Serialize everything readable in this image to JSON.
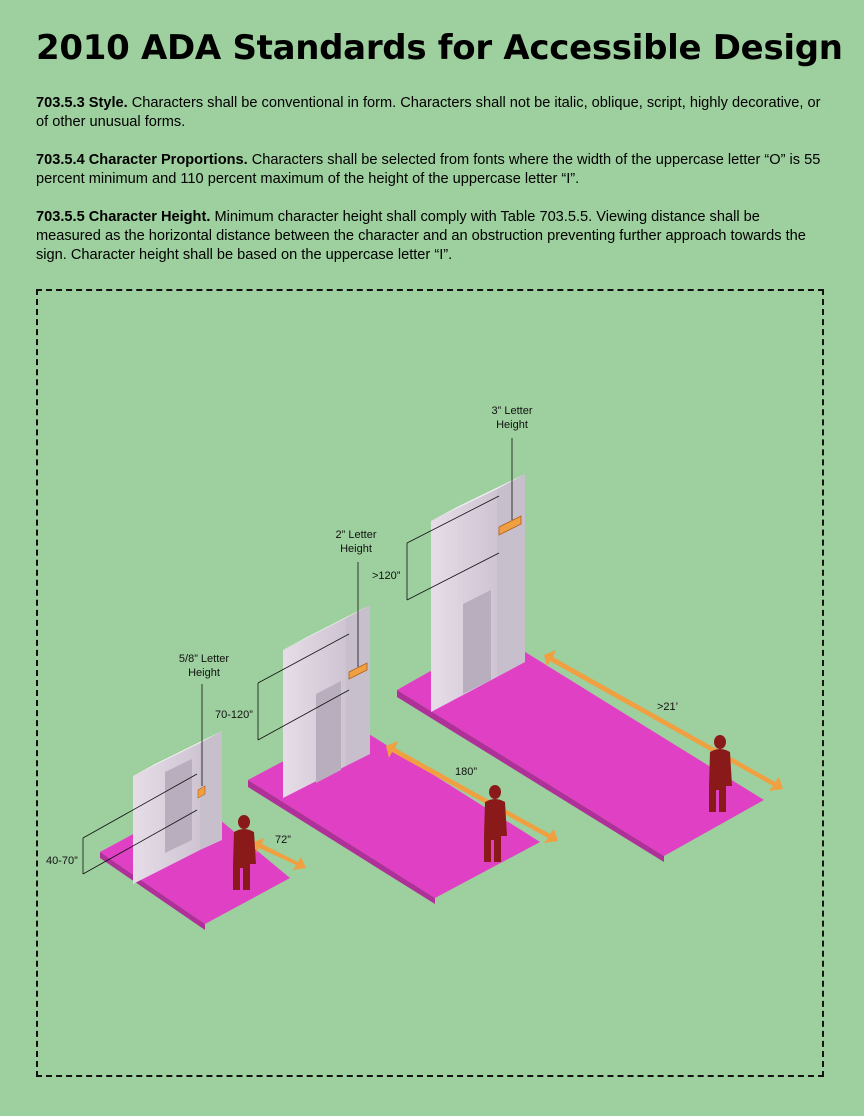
{
  "header": {
    "title": "2010 ADA Standards for Accessible Design"
  },
  "sections": [
    {
      "heading": "703.5.3 Style.",
      "body": "Characters shall be conventional in form. Characters shall not be italic, oblique, script, highly decorative, or of other unusual forms."
    },
    {
      "heading": "703.5.4 Character Proportions.",
      "body": "Characters shall be selected from fonts where the width of the uppercase letter “O” is 55 percent minimum and 110 percent maximum of the height of the uppercase letter “I”."
    },
    {
      "heading": "703.5.5 Character Height.",
      "body": "Minimum character height shall comply with Table 703.5.5. Viewing distance shall be measured as the horizontal distance between the character and an obstruction preventing further approach towards the sign. Character height shall be based on the uppercase letter “I”."
    }
  ],
  "diagram": {
    "scenes": [
      {
        "letter_label_line1": "5/8” Letter",
        "letter_label_line2": "Height",
        "mount_height": "40-70”",
        "distance": "72”"
      },
      {
        "letter_label_line1": "2” Letter",
        "letter_label_line2": "Height",
        "mount_height": "70-120”",
        "distance": "180”"
      },
      {
        "letter_label_line1": "3” Letter",
        "letter_label_line2": "Height",
        "mount_height": ">120”",
        "distance": ">21’"
      }
    ],
    "colors": {
      "background": "#9ecf9e",
      "floor": "#e040c4",
      "wall": "#ddd3de",
      "arrow": "#f0a040",
      "figure": "#8a1a1a"
    }
  }
}
